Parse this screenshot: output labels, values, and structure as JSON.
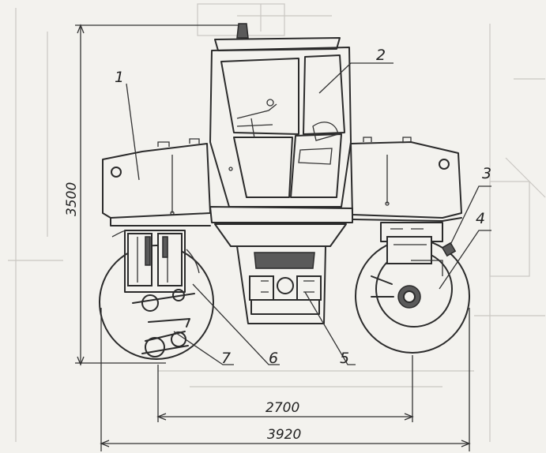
{
  "callouts": {
    "c1": "1",
    "c2": "2",
    "c3": "3",
    "c4": "4",
    "c5": "5",
    "c6": "6",
    "c7": "7"
  },
  "dimensions": {
    "overall_height": "3500",
    "wheelbase": "2700",
    "overall_length": "3920"
  },
  "colors": {
    "line": "#2b2b2b",
    "paper": "#f3f2ee",
    "ghost": "#c9c7c2"
  }
}
